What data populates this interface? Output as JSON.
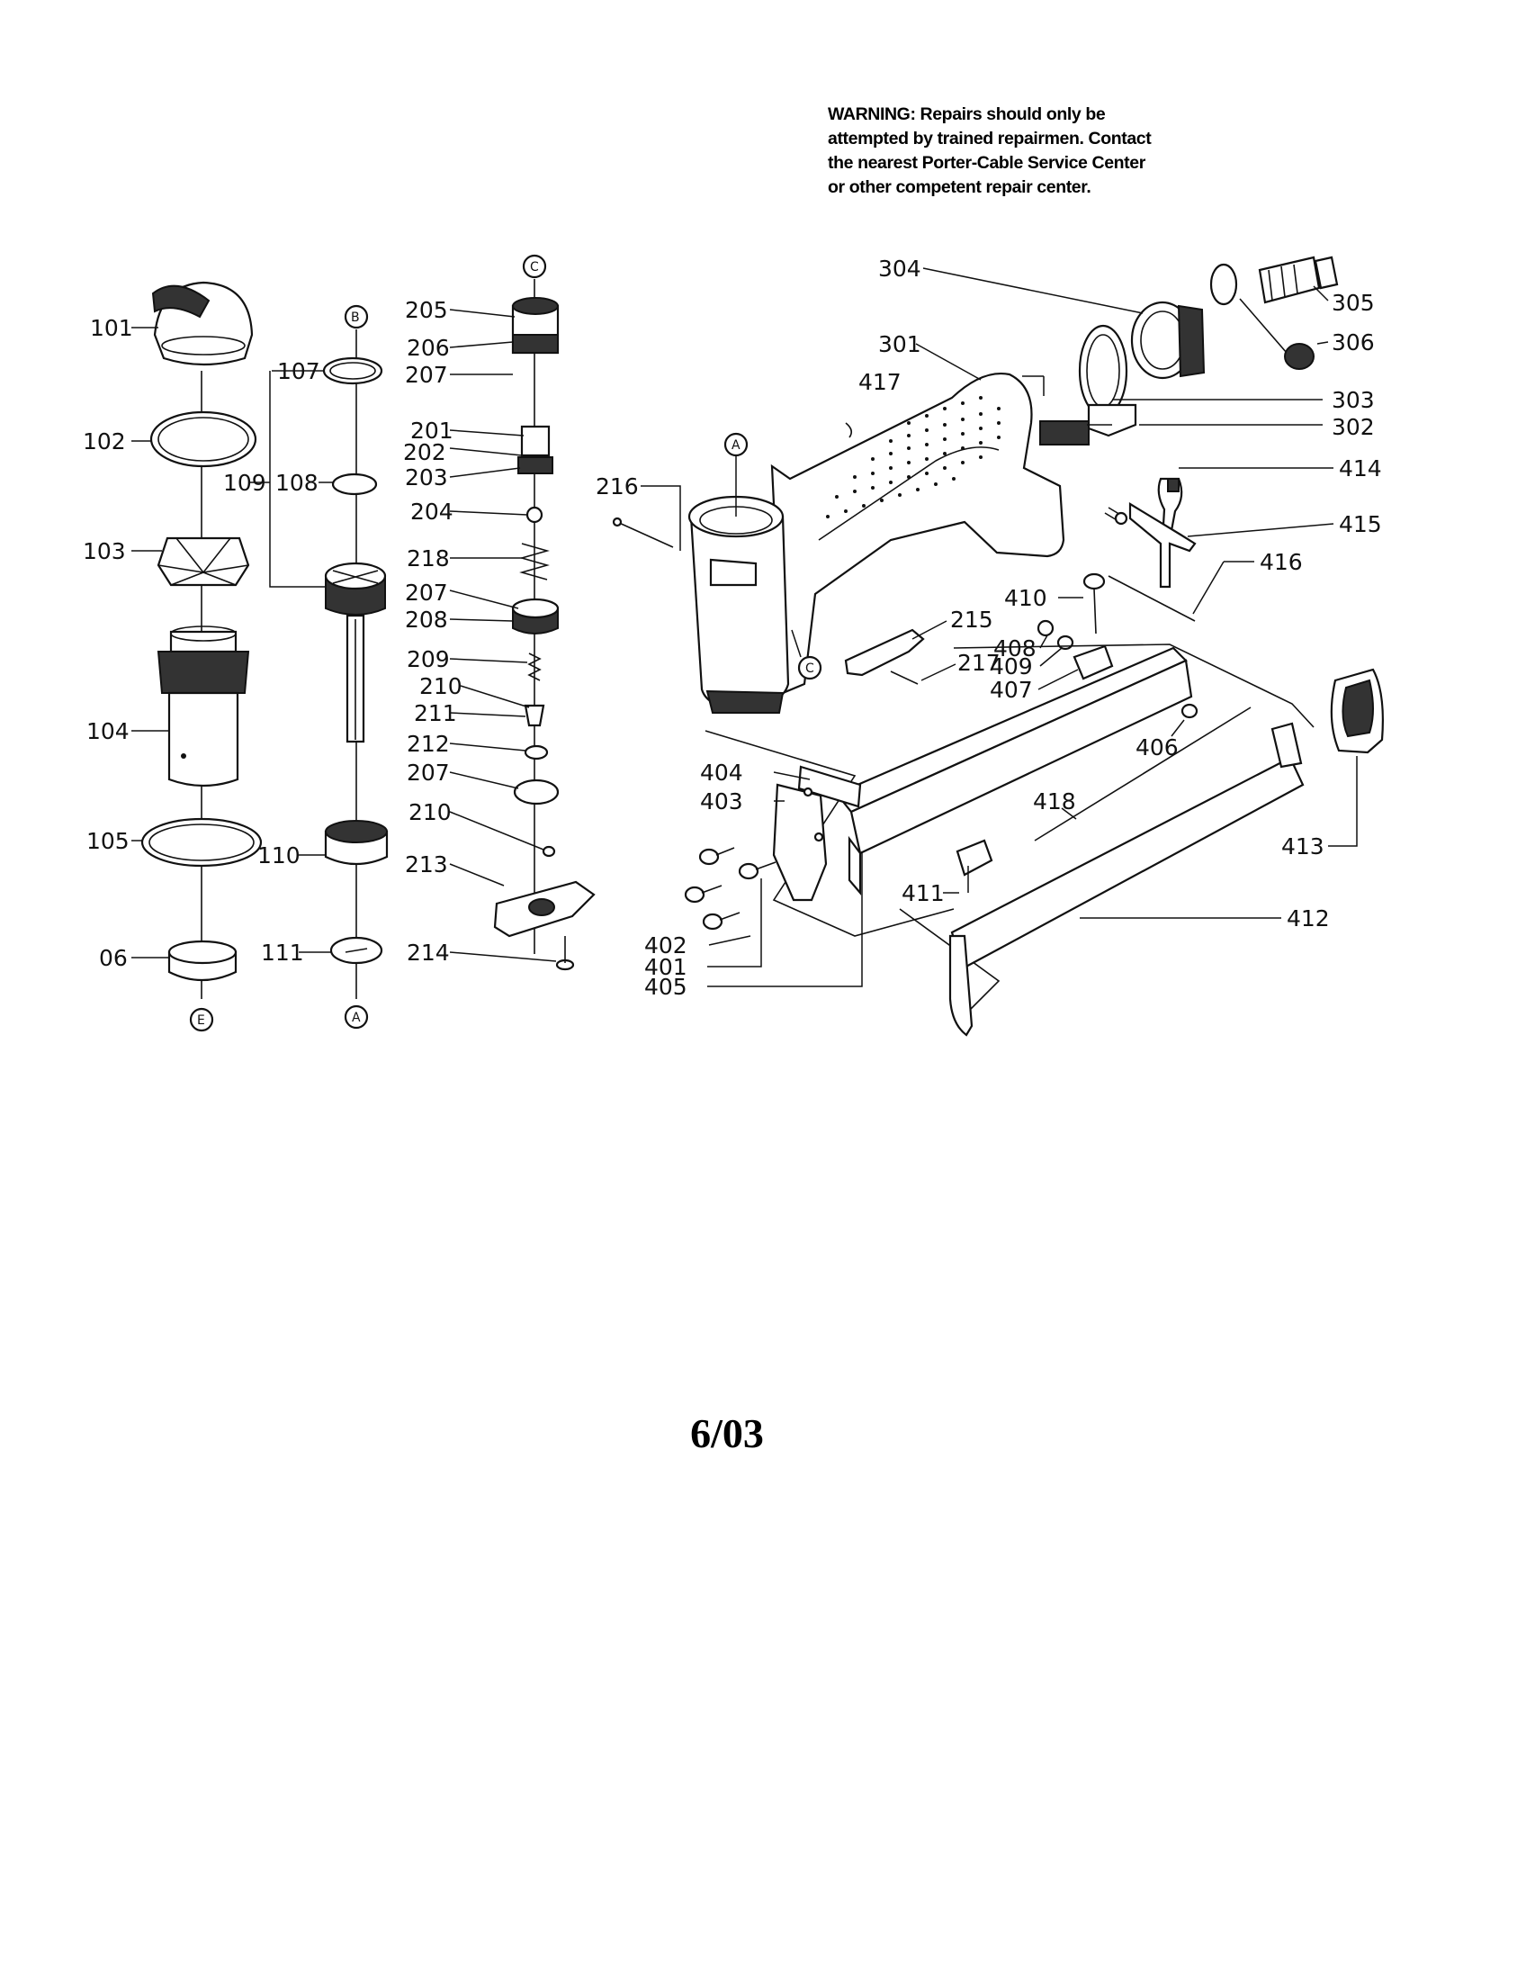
{
  "warning": {
    "lines": [
      "WARNING: Repairs should only be",
      "attempted by trained repairmen. Contact",
      "the nearest Porter-Cable Service Center",
      "or other competent repair center."
    ]
  },
  "date": "6/03",
  "callouts": {
    "c101": "101",
    "c102": "102",
    "c103": "103",
    "c104": "104",
    "c105": "105",
    "c06": "06",
    "c107": "107",
    "c108": "108",
    "c109": "109",
    "c110": "110",
    "c111": "111",
    "c205": "205",
    "c206": "206",
    "c207a": "207",
    "c201": "201",
    "c202": "202",
    "c203": "203",
    "c204": "204",
    "c218": "218",
    "c207b": "207",
    "c208": "208",
    "c209": "209",
    "c210a": "210",
    "c211": "211",
    "c212": "212",
    "c207c": "207",
    "c210b": "210",
    "c213": "213",
    "c214": "214",
    "c216": "216",
    "c215": "215",
    "c217": "217",
    "c301": "301",
    "c302": "302",
    "c303": "303",
    "c304": "304",
    "c305": "305",
    "c306": "306",
    "c401": "401",
    "c402": "402",
    "c403": "403",
    "c404": "404",
    "c405": "405",
    "c406": "406",
    "c407": "407",
    "c408": "408",
    "c409": "409",
    "c410": "410",
    "c411": "411",
    "c412": "412",
    "c413": "413",
    "c414": "414",
    "c415": "415",
    "c416": "416",
    "c417": "417",
    "c418": "418"
  },
  "refs": {
    "b_top": "B",
    "c_top": "C",
    "a_tool": "A",
    "c_tool": "C",
    "e_bottom": "E",
    "a_bottom": "A"
  }
}
